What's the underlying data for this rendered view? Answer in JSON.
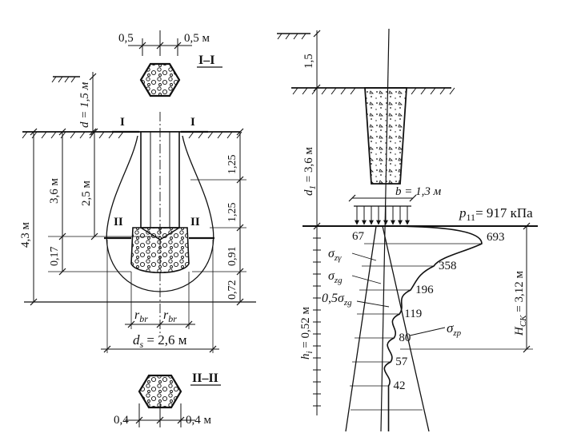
{
  "left": {
    "sec1": {
      "title": "I–I",
      "dim_left": "0,5",
      "dim_right": "0,5 м"
    },
    "d_label": "d = 1,5 м",
    "mark_I_left": "I",
    "mark_I_right": "I",
    "dim_4_3": "4,3 м",
    "dim_3_6": "3,6 м",
    "dim_2_5": "2,5 м",
    "dim_0_17": "0,17",
    "right_dims": [
      "1,25",
      "1,25",
      "0,91",
      "0,72"
    ],
    "mark_II_left": "II",
    "mark_II_right": "II",
    "rbr_left": "r",
    "rbr_right": "r",
    "rbr_sub": "br",
    "ds_label": "d",
    "ds_sub": "s",
    "ds_value": " = 2,6 м",
    "sec2": {
      "title": "II–II",
      "dim_left": "0,4",
      "dim_right": "0,4 м"
    }
  },
  "right": {
    "dim_1_5": "1,5",
    "d1_label": "d",
    "d1_sub": "1",
    "d1_value": " = 3,6 м",
    "b_label": "b = 1,3 м",
    "p_label": "p",
    "p_sub": "11",
    "p_value": "= 917 кПа",
    "sigma_labels": [
      {
        "pre": "σ",
        "sub": "zγ"
      },
      {
        "pre": "σ",
        "sub": "zg"
      },
      {
        "pre": "0,5σ",
        "sub": "zg"
      },
      {
        "pre": "σ",
        "sub": "zp"
      }
    ],
    "hi_label": "h",
    "hi_sub": "i",
    "hi_value": " = 0,52 м",
    "hck_label": "H",
    "hck_sub": "СК",
    "hck_value": " = 3,12 м"
  },
  "chart_data": {
    "type": "line",
    "title": "",
    "series": [
      {
        "name": "",
        "values": [
          693,
          358,
          196,
          119,
          80,
          57,
          42
        ]
      },
      {
        "name": "",
        "values": [
          67
        ]
      }
    ]
  }
}
